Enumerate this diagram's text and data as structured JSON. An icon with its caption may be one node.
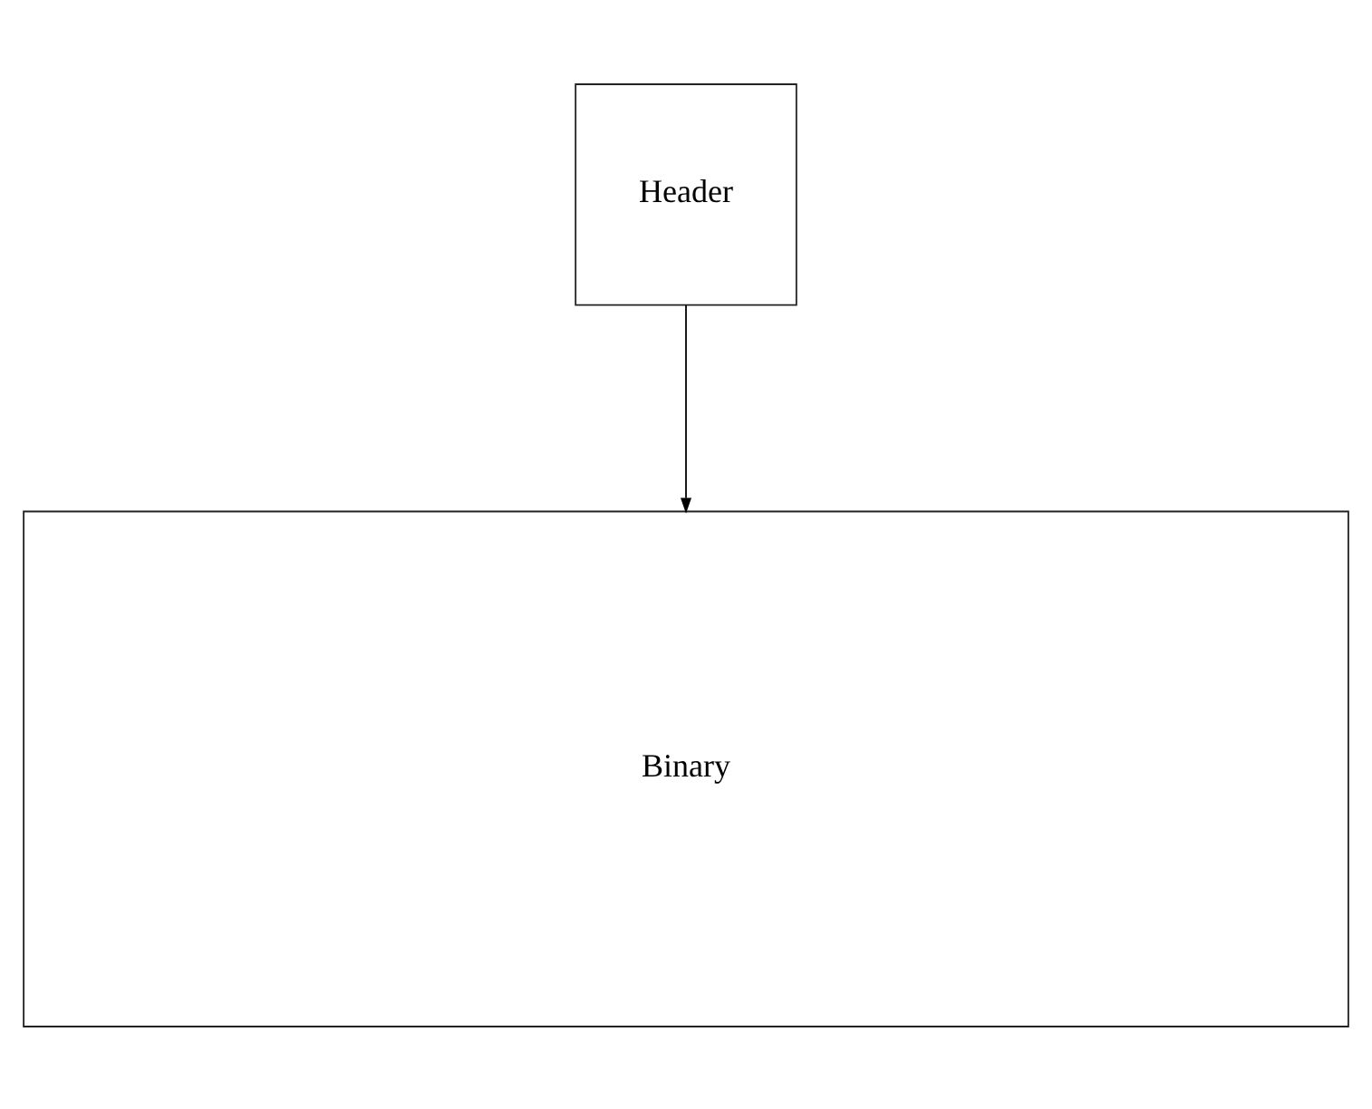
{
  "diagram": {
    "nodes": [
      {
        "text": [
          "Header"
        ]
      },
      {
        "text": [
          "Binary"
        ]
      }
    ],
    "edges": [
      {
        "from": 0,
        "to": 1,
        "arrow": "to"
      }
    ]
  }
}
